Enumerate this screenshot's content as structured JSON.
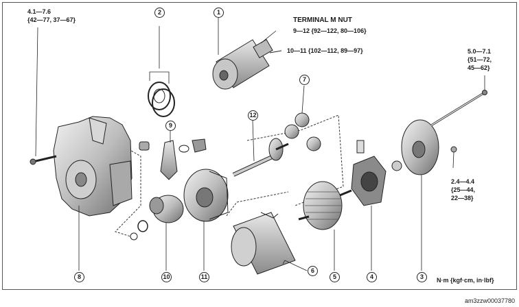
{
  "torque": {
    "bolt_left": {
      "line1": "4.1—7.6",
      "line2": "{42—77, 37—67}"
    },
    "terminal_title": "TERMINAL M NUT",
    "terminal_m": "9—12 {92—122, 80—106}",
    "terminal_b": "10—11 {102—112, 89—97}",
    "through_bolt": {
      "line1": "5.0—7.1",
      "line2": "{51—72,",
      "line3": "45—62}"
    },
    "screw_right": {
      "line1": "2.4—4.4",
      "line2": "{25—44,",
      "line3": "22—38}"
    }
  },
  "units_legend": "N·m {kgf·cm, in·lbf}",
  "callouts": [
    "1",
    "2",
    "3",
    "4",
    "5",
    "6",
    "7",
    "8",
    "9",
    "10",
    "11",
    "12"
  ],
  "figure_code": "am3zzw00037780"
}
